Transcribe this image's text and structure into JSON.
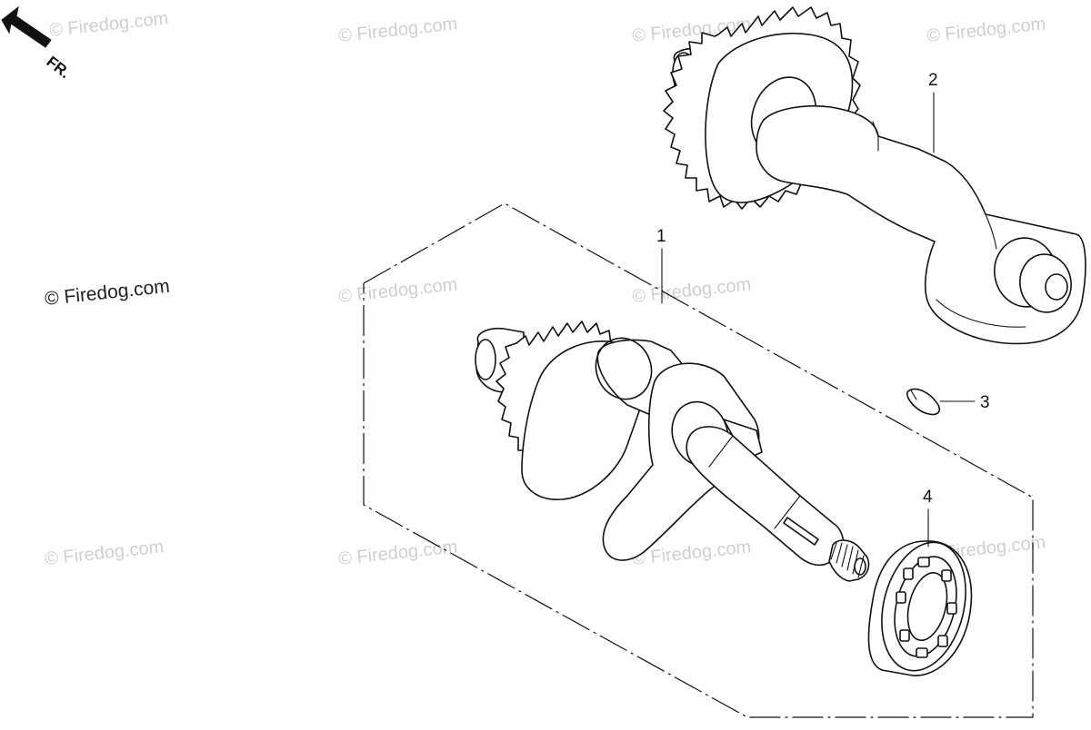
{
  "orientation": {
    "label": "FR.",
    "icon": "front-direction-arrow-icon"
  },
  "watermarks": [
    "© Firedog.com",
    "© Firedog.com",
    "© Firedog.com",
    "© Firedog.com",
    "© Firedog.com",
    "© Firedog.com",
    "© Firedog.com",
    "© Firedog.com",
    "© Firedog.com",
    "© Firedog.com",
    "© Firedog.com"
  ],
  "callouts": [
    "1",
    "2",
    "3",
    "4"
  ],
  "parts": {
    "balancer_shaft": {
      "callout": "2",
      "icon": "balancer-shaft-icon"
    },
    "crankshaft_assembly": {
      "callout": "1",
      "icon": "crankshaft-icon"
    },
    "woodruff_key": {
      "callout": "3",
      "icon": "woodruff-key-icon"
    },
    "ball_bearing": {
      "callout": "4",
      "icon": "ball-bearing-icon"
    }
  },
  "colors": {
    "line": "#111111",
    "watermark": "#cfcfcf",
    "background": "#ffffff"
  }
}
